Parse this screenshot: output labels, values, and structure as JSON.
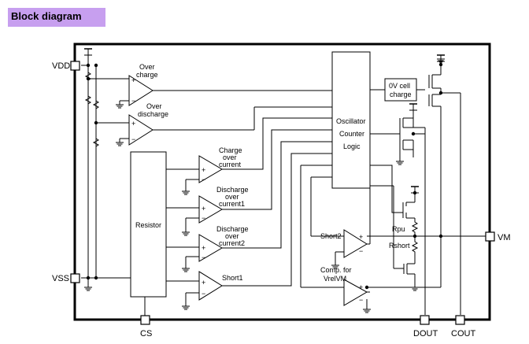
{
  "title": "Block diagram",
  "pins": {
    "vdd": "VDD",
    "vss": "VSS",
    "cs": "CS",
    "dout": "DOUT",
    "cout": "COUT",
    "vm": "VM"
  },
  "blocks": {
    "oscillator": [
      "Oscillator",
      "Counter",
      "Logic"
    ],
    "zero_v_charge": [
      "0V cell",
      "charge"
    ],
    "resistor": "Resistor"
  },
  "comparators": {
    "overcharge": [
      "Over",
      "charge"
    ],
    "overdischarge": [
      "Over",
      "discharge"
    ],
    "charge_overcurrent": [
      "Charge",
      "over",
      "current"
    ],
    "discharge_overcurrent1": [
      "Discharge",
      "over",
      "current1"
    ],
    "discharge_overcurrent2": [
      "Discharge",
      "over",
      "current2"
    ],
    "short1": "Short1",
    "short2": "Short2",
    "comp_vrelvm": [
      "Comp. for",
      "VrelVM"
    ]
  },
  "resistors": {
    "rpu": "Rpu",
    "rshort": "Rshort"
  },
  "signs": {
    "plus": "+",
    "minus": "−"
  }
}
